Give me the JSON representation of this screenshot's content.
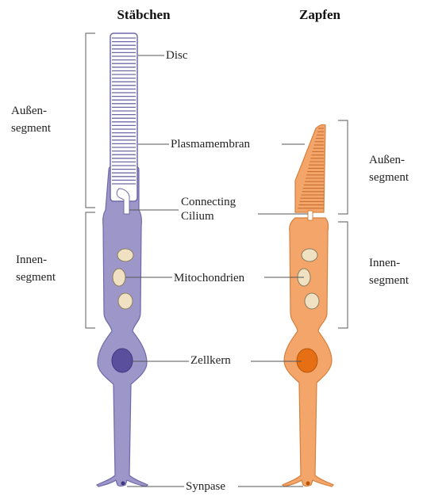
{
  "titles": {
    "left": "Stäbchen",
    "right": "Zapfen"
  },
  "labels": {
    "disc": "Disc",
    "plasmamembran": "Plasmamembran",
    "connecting_line1": "Connecting",
    "connecting_line2": "Cilium",
    "mitochondrien": "Mitochondrien",
    "zellkern": "Zellkern",
    "synpase": "Synpase"
  },
  "segments": {
    "rod_outer": [
      "Außen-",
      "segment"
    ],
    "rod_inner": [
      "Innen-",
      "segment"
    ],
    "cone_outer": [
      "Außen-",
      "segment"
    ],
    "cone_inner": [
      "Innen-",
      "segment"
    ]
  },
  "colors": {
    "rod_fill": "#9d97c9",
    "rod_stroke": "#6f68a8",
    "rod_nucleus": "#5a4f9c",
    "cone_fill": "#f3a56a",
    "cone_stroke": "#d4803f",
    "cone_nucleus": "#e56f12",
    "mito_fill": "#efe1c2",
    "line": "#555555",
    "bracket": "#777777"
  }
}
